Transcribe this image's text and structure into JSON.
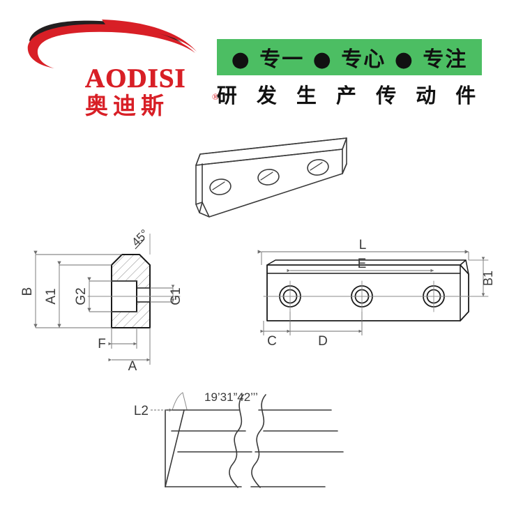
{
  "header": {
    "logo": {
      "latin_name": "AODISI",
      "chinese_name": "奥迪斯",
      "registered_mark": "®",
      "swoosh_black": "#231f20",
      "swoosh_red": "#d81f26",
      "text_color": "#d81f26"
    },
    "slogan": {
      "banner_text": "● 专一 ● 专心 ● 专注",
      "sub_text": "研 发 生 产 传 动 件",
      "banner_color": "#4cbe63",
      "banner_text_color": "#111111"
    }
  },
  "drawing": {
    "title": "connecting-plate-technical-drawing",
    "line_color": "#3a3a3a",
    "dim_color": "#6e6e6e",
    "views": {
      "isometric": {
        "name": "isometric-view",
        "hole_count": 3
      },
      "section": {
        "name": "cross-section-view",
        "labels": {
          "angle": "45°",
          "overall_height": "B",
          "inner_height": "A1",
          "groove_upper": "G2",
          "groove_lower": "G1",
          "flange": "F",
          "width": "A"
        }
      },
      "side": {
        "name": "side-elevation-view",
        "hole_count": 3,
        "labels": {
          "length": "L",
          "hole_span": "E",
          "edge_offset": "C",
          "hole_pitch": "D",
          "thickness": "B1"
        }
      },
      "detail": {
        "name": "angle-detail-view",
        "labels": {
          "angle": "19’31”42’’’",
          "lead": "L2"
        }
      }
    }
  }
}
